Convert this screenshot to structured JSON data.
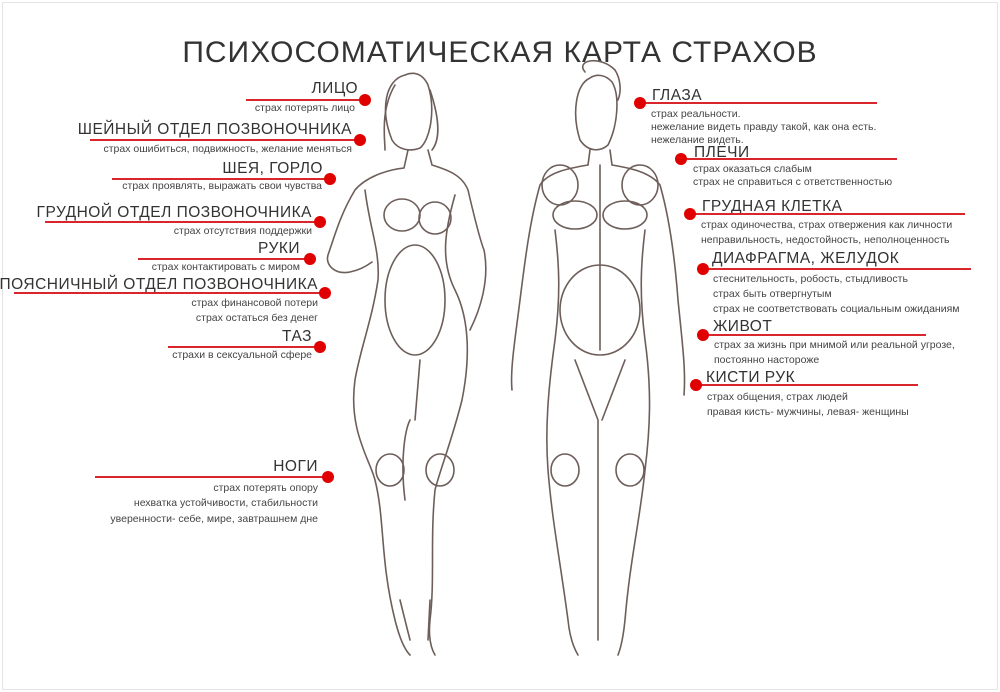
{
  "title": "ПСИХОСОМАТИЧЕСКАЯ КАРТА СТРАХОВ",
  "accent_color": "#e00000",
  "left": [
    {
      "title": "ЛИЦО",
      "desc": [
        "страх потерять лицо"
      ]
    },
    {
      "title": "ШЕЙНЫЙ ОТДЕЛ ПОЗВОНОЧНИКА",
      "desc": [
        "страх ошибиться, подвижность, желание меняться"
      ]
    },
    {
      "title": "ШЕЯ, ГОРЛО",
      "desc": [
        "страх проявлять, выражать свои чувства"
      ]
    },
    {
      "title": "ГРУДНОЙ ОТДЕЛ ПОЗВОНОЧНИКА",
      "desc": [
        "страх отсутствия поддержки"
      ]
    },
    {
      "title": "РУКИ",
      "desc": [
        "страх контактировать с миром"
      ]
    },
    {
      "title": "ПОЯСНИЧНЫЙ ОТДЕЛ ПОЗВОНОЧНИКА",
      "desc": [
        "страх финансовой потери",
        "страх остаться без денег"
      ]
    },
    {
      "title": "ТАЗ",
      "desc": [
        "страхи в сексуальной сфере"
      ]
    },
    {
      "title": "НОГИ",
      "desc": [
        "страх потерять опору",
        "нехватка устойчивости, стабильности",
        "уверенности- себе, мире, завтрашнем дне"
      ]
    }
  ],
  "right": [
    {
      "title": "ГЛАЗА",
      "desc": [
        "страх реальности.",
        "нежелание видеть правду такой, как она есть.",
        "нежелание видеть."
      ]
    },
    {
      "title": "ПЛЕЧИ",
      "desc": [
        "страх оказаться слабым",
        "страх не справиться с ответственностью"
      ]
    },
    {
      "title": "ГРУДНАЯ КЛЕТКА",
      "desc": [
        "страх одиночества, страх отвержения как личности",
        "неправильность, недостойность, неполноценность"
      ]
    },
    {
      "title": "ДИАФРАГМА, ЖЕЛУДОК",
      "desc": [
        "стеснительность, робость, стыдливость",
        "страх быть отвергнутым",
        "страх не соответствовать социальным ожиданиям"
      ]
    },
    {
      "title": "ЖИВОТ",
      "desc": [
        "страх за жизнь при мнимой или реальной угрозе,",
        "постоянно настороже"
      ]
    },
    {
      "title": "КИСТИ РУК",
      "desc": [
        "страх общения, страх людей",
        "правая кисть- мужчины, левая- женщины"
      ]
    }
  ]
}
